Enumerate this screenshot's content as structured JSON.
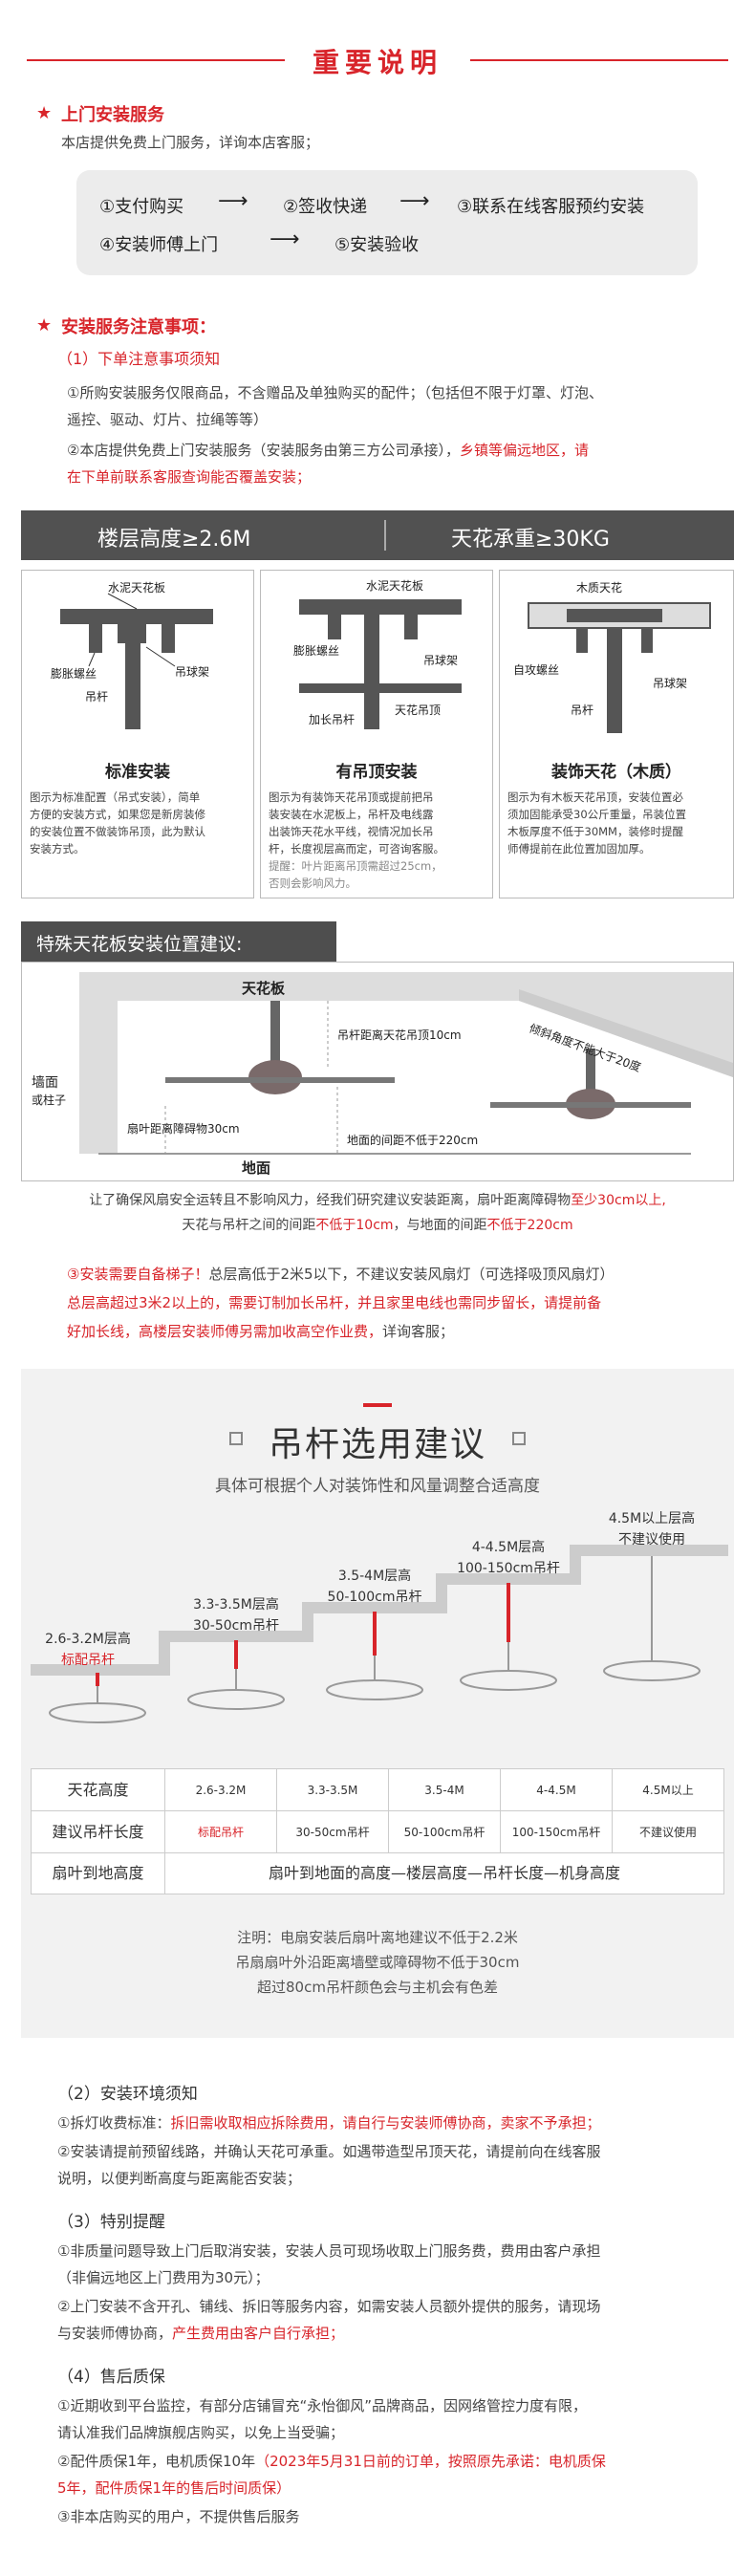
{
  "header": {
    "title": "重要说明"
  },
  "service": {
    "heading": "上门安装服务",
    "desc": "本店提供免费上门服务，详询本店客服；",
    "steps": [
      "①支付购买",
      "②签收快递",
      "③联系在线客服预约安装",
      "④安装师傅上门",
      "⑤安装验收"
    ]
  },
  "notice": {
    "heading": "安装服务注意事项：",
    "sub1": "（1）下单注意事项须知",
    "p1_lines": [
      "①所购安装服务仅限商品，不含赠品及单独购买的配件；（包括但不限于灯罩、灯泡、",
      "遥控、驱动、灯片、拉绳等等）"
    ],
    "p2_line1_black": "②本店提供免费上门安装服务（安装服务由第三方公司承接），",
    "p2_line1_red": "乡镇等偏远地区，请",
    "p2_line2_red": "在下单前联系客服查询能否覆盖安装；"
  },
  "spec_bar": {
    "floor": "楼层高度≥2.6M",
    "load": "天花承重≥30KG"
  },
  "install_types": [
    {
      "title": "标准安装",
      "labels": [
        "水泥天花板",
        "膨胀螺丝",
        "吊球架",
        "吊杆"
      ],
      "desc": [
        "图示为标准配置（吊式安装），简单",
        "方便的安装方式，如果您是新房装修",
        "的安装位置不做装饰吊顶，此为默认",
        "安装方式。"
      ]
    },
    {
      "title": "有吊顶安装",
      "labels": [
        "水泥天花板",
        "膨胀螺丝",
        "吊球架",
        "加长吊杆",
        "天花吊顶"
      ],
      "desc": [
        "图示为有装饰天花吊顶或提前把吊",
        "装安装在水泥板上，吊杆及电线露",
        "出装饰天花水平线，视情况加长吊",
        "杆，长度视层高而定，可咨询客服。"
      ],
      "note": [
        "提醒：叶片距离吊顶需超过25cm，",
        "否则会影响风力。"
      ]
    },
    {
      "title": "装饰天花（木质）",
      "labels": [
        "木质天花",
        "自攻螺丝",
        "吊球架",
        "吊杆"
      ],
      "desc": [
        "图示为有木板天花吊顶，安装位置必",
        "须加固能承受30公斤重量，吊装位置",
        "木板厚度不低于30MM，装修时提醒",
        "师傅提前在此位置加固加厚。"
      ]
    }
  ],
  "special": {
    "heading": "特殊天花板安装位置建议:",
    "labels": {
      "ceiling": "天花板",
      "slope": "倾斜角度不能大于20度",
      "dist_ceiling": "吊杆距离天花吊顶10cm",
      "wall": "墙面",
      "pillar": "或柱子",
      "dist_wall": "扇叶距离障碍物30cm",
      "dist_floor": "地面的间距不低于220cm",
      "floor": "地面"
    },
    "note_l1_a": "让了确保风扇安全运转且不影响风力，经我们研究建议安装距离，扇叶距离障碍物",
    "note_l1_b": "至少30cm以上,",
    "note_l2_a": "天花与吊杆之间的间距",
    "note_l2_b": "不低于10cm",
    "note_l2_c": "，与地面的间距",
    "note_l2_d": "不低于220cm"
  },
  "ladder": {
    "l1_red": "③安装需要自备梯子！",
    "l1_black": "总层高低于2米5以下，不建议安装风扇灯（可选择吸顶风扇灯）",
    "l2": "总层高超过3米2以上的，需要订制加长吊杆，并且家里电线也需同步留长，请提前备",
    "l3_red": "好加长线，高楼层安装师傅另需加收高空作业费，",
    "l3_black": "详询客服；"
  },
  "rod": {
    "title": "吊杆选用建议",
    "subtitle": "具体可根据个人对装饰性和风量调整合适高度",
    "options": [
      {
        "line1": "2.6-3.2M层高",
        "line2": "标配吊杆"
      },
      {
        "line1": "3.3-3.5M层高",
        "line2": "30-50cm吊杆"
      },
      {
        "line1": "3.5-4M层高",
        "line2": "50-100cm吊杆"
      },
      {
        "line1": "4-4.5M层高",
        "line2": "100-150cm吊杆"
      },
      {
        "line1": "4.5M以上层高",
        "line2": "不建议使用"
      }
    ],
    "table": {
      "row1_head": "天花高度",
      "row1": [
        "2.6-3.2M",
        "3.3-3.5M",
        "3.5-4M",
        "4-4.5M",
        "4.5M以上"
      ],
      "row2_head": "建议吊杆长度",
      "row2": [
        "标配吊杆",
        "30-50cm吊杆",
        "50-100cm吊杆",
        "100-150cm吊杆",
        "不建议使用"
      ],
      "row3_head": "扇叶到地高度",
      "row3": "扇叶到地面的高度—楼层高度—吊杆长度—机身高度"
    },
    "notes": [
      "注明：电扇安装后扇叶离地建议不低于2.2米",
      "吊扇扇叶外沿距离墙壁或障碍物不低于30cm",
      "超过80cm吊杆颜色会与主机会有色差"
    ]
  },
  "env": {
    "heading": "（2）安装环境须知",
    "l1_black": "①拆灯收费标准：",
    "l1_red": "拆旧需收取相应拆除费用，请自行与安装师傅协商，卖家不予承担；",
    "l2": "②安装请提前预留线路，并确认天花可承重。如遇带造型吊顶天花，请提前向在线客服",
    "l3": "说明，以便判断高度与距离能否安装；"
  },
  "special_notice": {
    "heading": "（3）特别提醒",
    "l1": "①非质量问题导致上门后取消安装，安装人员可现场收取上门服务费，费用由客户承担",
    "l2": "（非偏远地区上门费用为30元）；",
    "l3": "②上门安装不含开孔、铺线、拆旧等服务内容，如需安装人员额外提供的服务，请现场",
    "l4_black": "与安装师傅协商，",
    "l4_red": "产生费用由客户自行承担；"
  },
  "warranty": {
    "heading": "（4）售后质保",
    "l1": "①近期收到平台监控，有部分店铺冒充“永怡御风”品牌商品，因网络管控力度有限，",
    "l2": "请认准我们品牌旗舰店购买，以免上当受骗；",
    "l3_black": "②配件质保1年，电机质保10年",
    "l3_red": "（2023年5月31日前的订单，按照原先承诺：电机质保",
    "l4_red": "5年，配件质保1年的售后时间质保）",
    "l5": "③非本店购买的用户，不提供售后服务"
  }
}
